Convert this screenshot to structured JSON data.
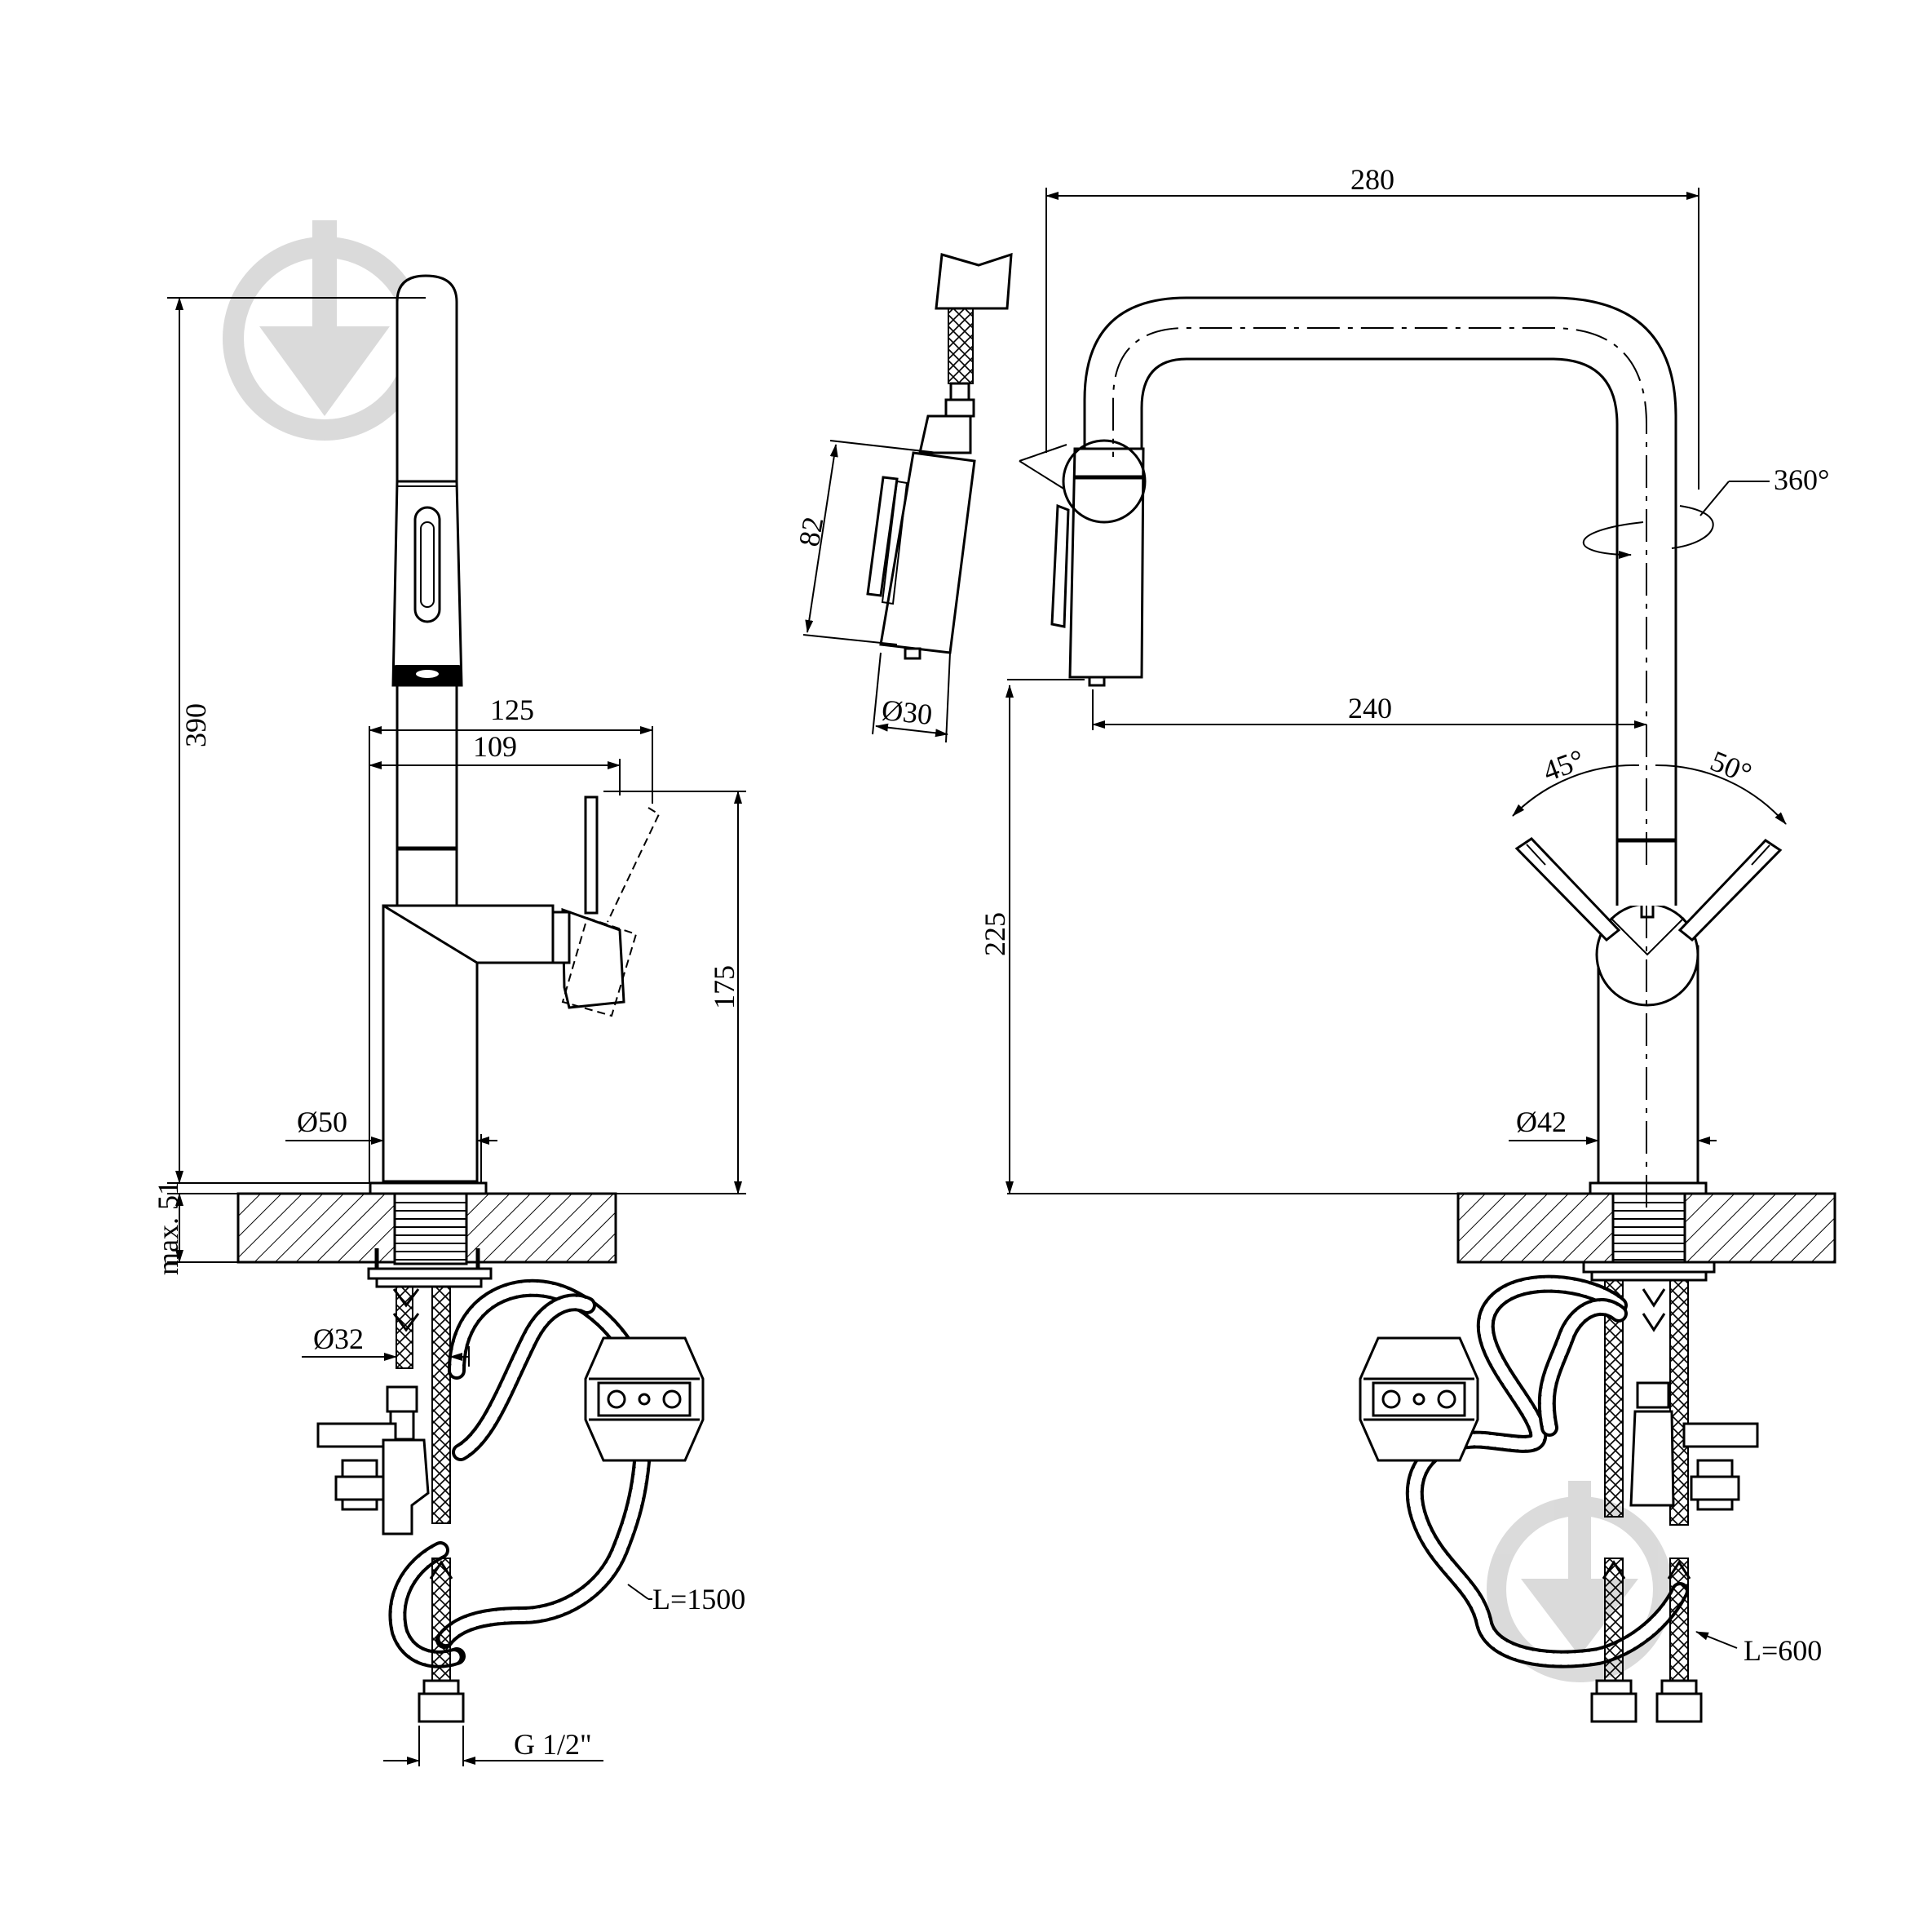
{
  "dimensions": {
    "side_height": "390",
    "mount_depth": "max. 51",
    "lever_reach": "125",
    "body_reach": "109",
    "lever_height": "175",
    "base_diameter": "Ø50",
    "shank_diameter": "Ø32",
    "connector_thread": "G 1/2\"",
    "pullout_hose_length": "L=1500",
    "head_length": "82",
    "head_diameter": "Ø30",
    "total_width": "280",
    "rotation": "360°",
    "spout_reach": "240",
    "lever_angle_left": "45°",
    "lever_angle_right": "50°",
    "spout_clearance": "225",
    "body_diameter": "Ø42",
    "supply_hose_length": "L=600"
  },
  "icons": {
    "watermark": "download-arrow-logo-icon",
    "connector": "hose-weight-icon"
  },
  "colors": {
    "line": "#000000",
    "watermark": "#d9d9d9",
    "background": "#ffffff"
  }
}
